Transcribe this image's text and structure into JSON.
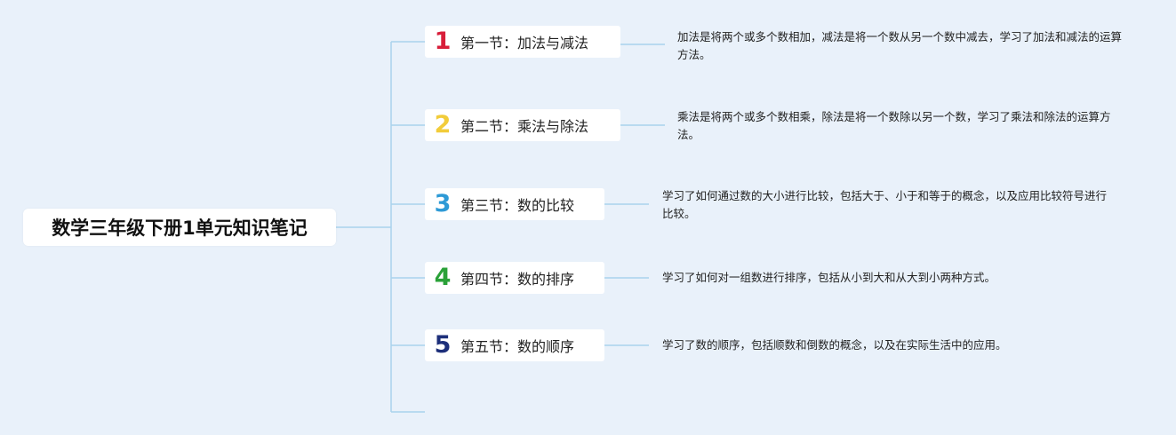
{
  "root": {
    "title": "数学三年级下册1单元知识笔记"
  },
  "branches": [
    {
      "number": "1",
      "title": "第一节：加法与减法",
      "number_color": "#d81e3a",
      "description": "加法是将两个或多个数相加，减法是将一个数从另一个数中减去，学习了加法和减法的运算方法。"
    },
    {
      "number": "2",
      "title": "第二节：乘法与除法",
      "number_color": "#f2cc3a",
      "description": "乘法是将两个或多个数相乘，除法是将一个数除以另一个数，学习了乘法和除法的运算方法。"
    },
    {
      "number": "3",
      "title": "第三节：数的比较",
      "number_color": "#2e9ad6",
      "description": "学习了如何通过数的大小进行比较，包括大于、小于和等于的概念，以及应用比较符号进行比较。"
    },
    {
      "number": "4",
      "title": "第四节：数的排序",
      "number_color": "#2aa138",
      "description": "学习了如何对一组数进行排序，包括从小到大和从大到小两种方式。"
    },
    {
      "number": "5",
      "title": "第五节：数的顺序",
      "number_color": "#1d2f7a",
      "description": "学习了数的顺序，包括顺数和倒数的概念，以及在实际生活中的应用。"
    }
  ],
  "colors": {
    "background": "#e9f1fa",
    "connector": "#a9d3ec"
  }
}
